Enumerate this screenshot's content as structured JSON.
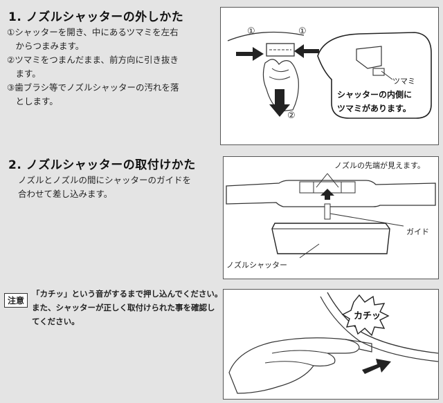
{
  "section1": {
    "title": "1. ノズルシャッターの外しかた",
    "lines": [
      "①シャッターを開き、中にあるツマミを左右",
      "　からつまみます。",
      "②ツマミをつまんだまま、前方向に引き抜き",
      "　ます。",
      "③歯ブラシ等でノズルシャッターの汚れを落",
      "　とします。"
    ],
    "figure": {
      "mark_left": "①",
      "mark_right": "①",
      "mark_down": "②",
      "knob_label": "ツマミ",
      "callout_line1": "シャッターの内側に",
      "callout_line2": "ツマミがあります。"
    }
  },
  "section2": {
    "title": "2. ノズルシャッターの取付けかた",
    "lines": [
      "ノズルとノズルの間にシャッターのガイドを",
      "合わせて差し込みます。"
    ],
    "figure": {
      "label_top": "ノズルの先端が見えます。",
      "label_guide": "ガイド",
      "label_shutter": "ノズルシャッター"
    }
  },
  "caution": {
    "badge": "注意",
    "lines": [
      "「カチッ」という音がするまで押し込んでください。",
      "また、シャッターが正しく取付けられた事を確認し",
      "てください。"
    ],
    "figure": {
      "sound": "カチッ"
    }
  }
}
